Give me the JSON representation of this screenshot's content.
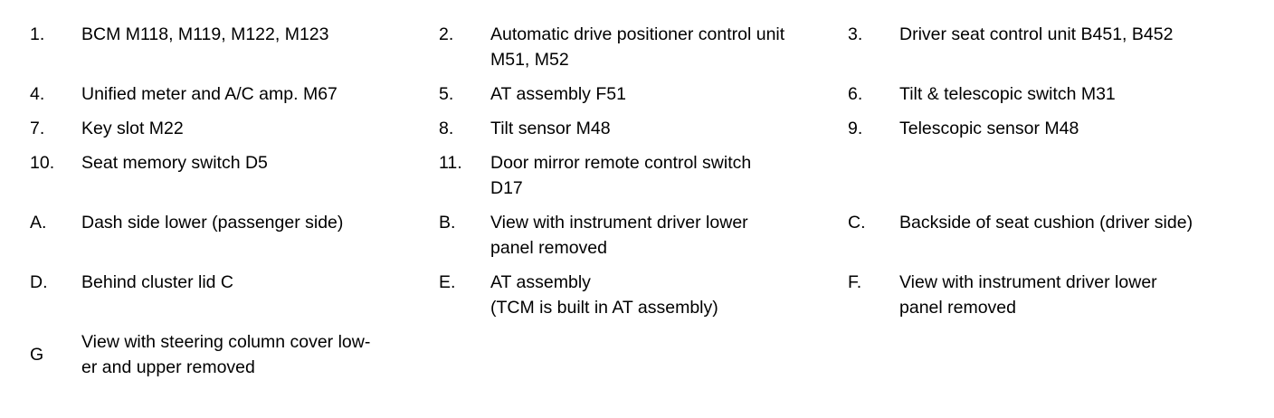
{
  "colors": {
    "background": "#ffffff",
    "text": "#000000"
  },
  "legend": {
    "items": [
      {
        "label": "1.",
        "text": "BCM M118, M119, M122, M123"
      },
      {
        "label": "2.",
        "text": "Automatic drive positioner control unit\nM51, M52"
      },
      {
        "label": "3.",
        "text": "Driver seat control unit B451, B452"
      },
      {
        "label": "4.",
        "text": "Unified meter and A/C amp. M67"
      },
      {
        "label": "5.",
        "text": "AT assembly F51"
      },
      {
        "label": "6.",
        "text": "Tilt & telescopic switch M31"
      },
      {
        "label": "7.",
        "text": "Key slot M22"
      },
      {
        "label": "8.",
        "text": "Tilt sensor M48"
      },
      {
        "label": "9.",
        "text": "Telescopic sensor M48"
      },
      {
        "label": "10.",
        "text": "Seat memory switch D5"
      },
      {
        "label": "11.",
        "text": "Door mirror remote control switch\nD17"
      },
      {
        "label": "A.",
        "text": "Dash side lower (passenger side)"
      },
      {
        "label": "B.",
        "text": "View with instrument driver lower\npanel removed"
      },
      {
        "label": "C.",
        "text": "Backside of seat cushion (driver side)"
      },
      {
        "label": "D.",
        "text": "Behind cluster lid C"
      },
      {
        "label": "E.",
        "text": "AT assembly\n(TCM is built in AT assembly)"
      },
      {
        "label": "F.",
        "text": "View with instrument driver lower\npanel removed"
      },
      {
        "label": "G",
        "text": "View with steering column cover low-\ner and upper removed"
      }
    ]
  }
}
